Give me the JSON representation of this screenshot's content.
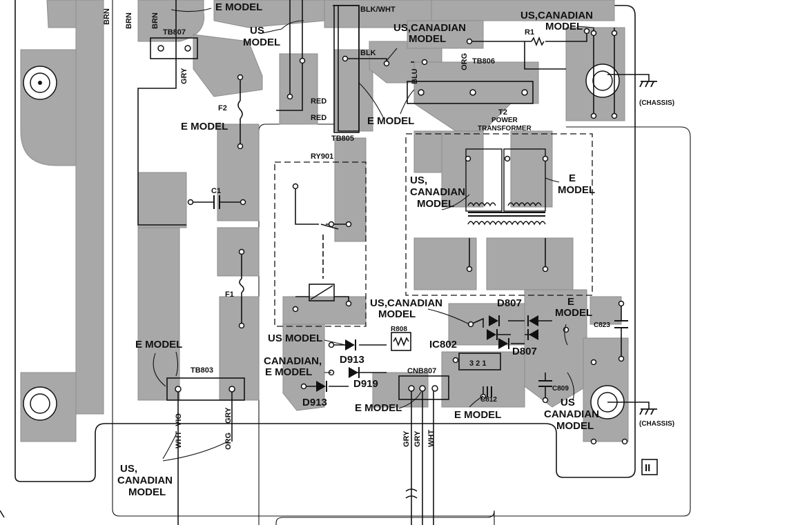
{
  "labels": {
    "e_model_top": "E MODEL",
    "us_model_top": "US",
    "us_model_top2": "MODEL",
    "blk_wht": "BLK/WHT",
    "us_canadian_top1": "US,CANADIAN",
    "us_canadian_top1b": "MODEL",
    "us_canadian_top2": "US,CANADIAN",
    "us_canadian_top2b": "MODEL",
    "blk": "BLK",
    "r1": "R1",
    "brn1": "BRN",
    "brn2": "BRN",
    "brn3": "BRN",
    "tb807": "TB807",
    "gry_tb807": "GRY",
    "org": "ORG",
    "tb806": "TB806",
    "blu": "BLU",
    "chassis_top": "(CHASSIS)",
    "f2": "F2",
    "e_model_f2": "E MODEL",
    "red1": "RED",
    "red2": "RED",
    "tb805": "TB805",
    "e_model_mid": "E MODEL",
    "t2": "T2",
    "power": "POWER",
    "transformer": "TRANSFORMER",
    "ry901": "RY901",
    "us_can_model_t": "US,",
    "us_can_model_t2": "CANADIAN",
    "us_can_model_t3": "MODEL",
    "e_t": "E",
    "model_t": "MODEL",
    "c1": "C1",
    "f1": "F1",
    "us_canadian_mid": "US,CANADIAN",
    "us_canadian_mid2": "MODEL",
    "d807a": "D807",
    "e_model_d807": "E",
    "e_model_d807b": "MODEL",
    "c823": "C823",
    "us_model_low": "US MODEL",
    "r808": "R808",
    "ic802": "IC802",
    "d807b": "D807",
    "e_model_left": "E MODEL",
    "tb803": "TB803",
    "d913a": "D913",
    "canadian": "CANADIAN,",
    "e_model_can": "E MODEL",
    "d919": "D919",
    "cnb807": "CNB807",
    "cn_pins": "3  2  1",
    "c809": "C809",
    "d913b": "D913",
    "e_model_cnb": "E MODEL",
    "c812": "C812",
    "e_model_c812": "E MODEL",
    "us_low": "US",
    "canadian_low": "CANADIAN",
    "model_low": "MODEL",
    "chassis_low": "(CHASSIS)",
    "vio": "VIO",
    "gry_tb803": "GRY",
    "wht_left": "WHT",
    "org_left": "ORG",
    "us_canadian_bl": "US,",
    "us_canadian_bl2": "CANADIAN",
    "us_canadian_bl3": "MODEL",
    "gry_a": "GRY",
    "gry_b": "GRY",
    "wht_b": "WHT",
    "page_mark": "II"
  }
}
